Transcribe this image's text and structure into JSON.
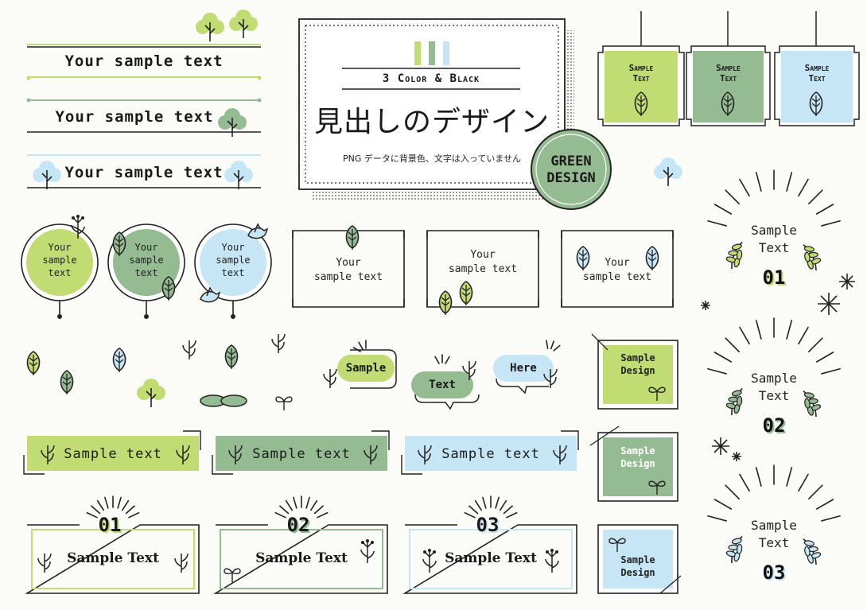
{
  "palette": {
    "green_light": "#c2dc74",
    "green_mid": "#95bb92",
    "blue_light": "#c6e6f6",
    "ink": "#1f1f1f"
  },
  "headings": [
    "Your sample text",
    "Your sample text",
    "Your sample text"
  ],
  "center": {
    "subtitle": "3 Color & Black",
    "title": "見出しのデザイン",
    "note": "PNG データに背景色、文字は入っていません"
  },
  "badge": {
    "line1": "GREEN",
    "line2": "DESIGN"
  },
  "tags": [
    "Sample",
    "Text",
    "Sample",
    "Text",
    "Sample",
    "Text"
  ],
  "circles": [
    [
      "Your",
      "sample",
      "text"
    ],
    [
      "Your",
      "sample",
      "text"
    ],
    [
      "Your",
      "sample",
      "text"
    ]
  ],
  "frames": [
    [
      "Your",
      "sample text"
    ],
    [
      "Your",
      "sample text"
    ],
    [
      "Your",
      "sample text"
    ]
  ],
  "bubbles": [
    "Sample",
    "Text",
    "Here"
  ],
  "squares": [
    [
      "Sample",
      "Design"
    ],
    [
      "Sample",
      "Design"
    ],
    [
      "Sample",
      "Design"
    ]
  ],
  "wreaths": [
    {
      "line1": "Sample",
      "line2": "Text",
      "num": "01"
    },
    {
      "line1": "Sample",
      "line2": "Text",
      "num": "02"
    },
    {
      "line1": "Sample",
      "line2": "Text",
      "num": "03"
    }
  ],
  "ribbons": [
    "Sample text",
    "Sample text",
    "Sample text"
  ],
  "boxes": [
    {
      "num": "01",
      "text": "Sample Text"
    },
    {
      "num": "02",
      "text": "Sample Text"
    },
    {
      "num": "03",
      "text": "Sample Text"
    }
  ],
  "icons": [
    "tree-icon",
    "leaf-icon",
    "flower-icon",
    "sprout-icon",
    "bird-icon",
    "snowflake-icon",
    "sun-ray-icon",
    "laurel-icon"
  ]
}
